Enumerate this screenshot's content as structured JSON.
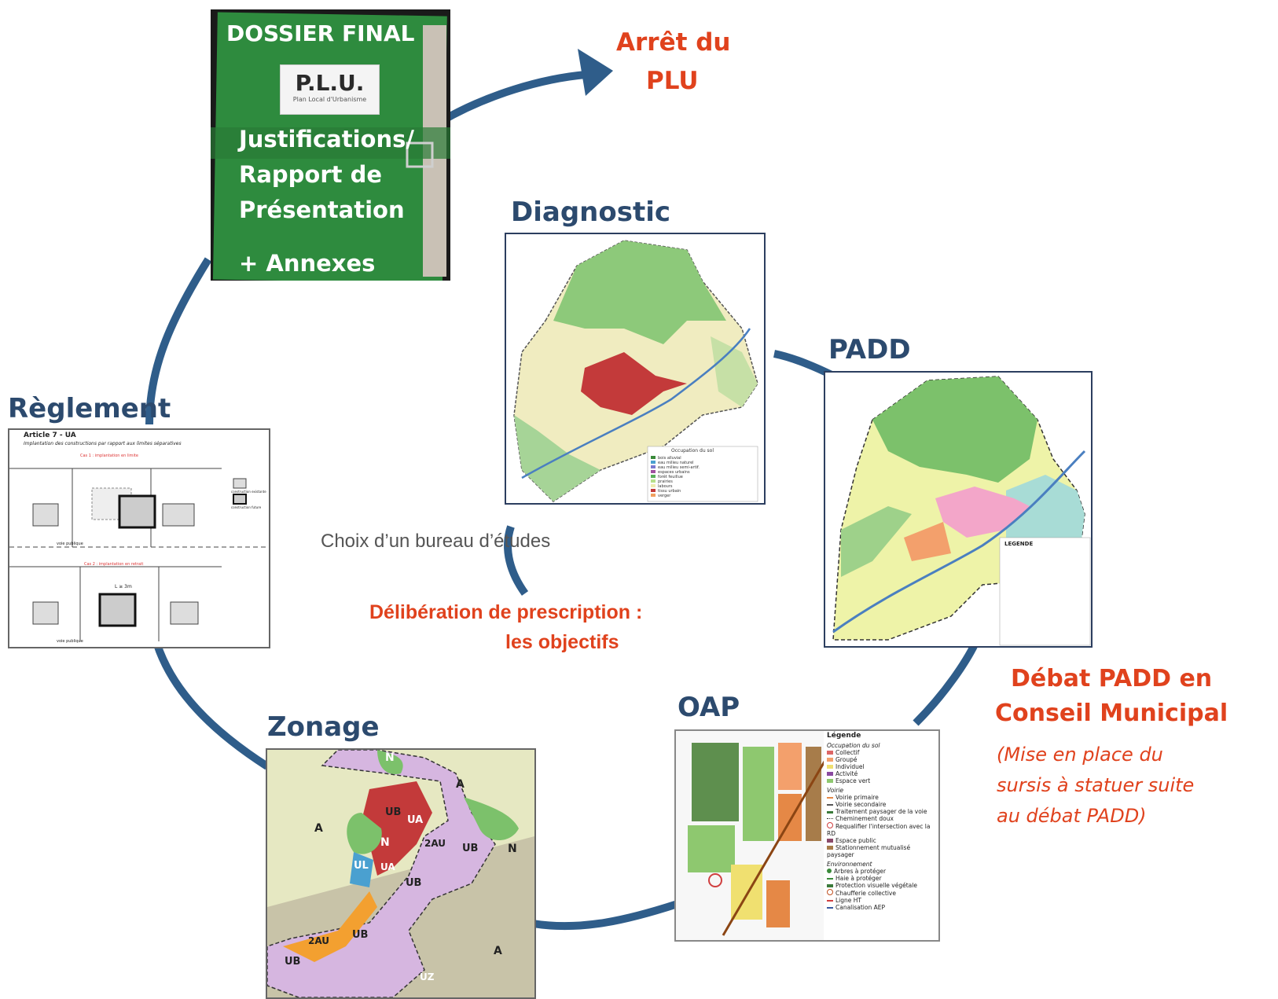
{
  "dossier": {
    "title": "DOSSIER FINAL",
    "logo": "P.L.U.",
    "logo_sub": "Plan Local d'Urbanisme",
    "line1": "Justifications/",
    "line2": "Rapport de",
    "line3": "Présentation",
    "line4": "+ Annexes"
  },
  "arret": {
    "line1": "Arrêt du",
    "line2": "PLU"
  },
  "steps": {
    "diagnostic": "Diagnostic",
    "padd": "PADD",
    "oap": "OAP",
    "zonage": "Zonage",
    "reglement": "Règlement"
  },
  "center": {
    "choix": "Choix d’un bureau d’études",
    "deliberation_line1": "Délibération de prescription :",
    "deliberation_line2": "les objectifs"
  },
  "debat": {
    "line1": "Débat PADD en",
    "line2": "Conseil Municipal",
    "note1": "(Mise en place du",
    "note2": "sursis à statuer suite",
    "note3": "au débat PADD)"
  },
  "diagnostic_map": {
    "legend_title": "Occupation du sol",
    "legend_items": [
      "bois alluvial",
      "eau milieu naturel",
      "eau milieu semi-artif.",
      "espaces urbains",
      "forêt feuillue",
      "prairies",
      "labours",
      "tissu urbain",
      "verger"
    ]
  },
  "padd_map": {
    "legend_title": "LEGENDE"
  },
  "oap_map": {
    "legend_title": "Légende",
    "section1": "Occupation du sol",
    "items1": [
      "Collectif",
      "Groupé",
      "Individuel",
      "Activité",
      "Espace vert"
    ],
    "section2": "Voirie",
    "items2": [
      "Voirie primaire",
      "Voirie secondaire",
      "Traitement paysager de la voie",
      "Cheminement doux",
      "Requalifier l'intersection avec la RD",
      "Espace public",
      "Stationnement mutualisé paysager"
    ],
    "section3": "Environnement",
    "items3": [
      "Arbres à protéger",
      "Haie à protéger",
      "Protection visuelle végétale",
      "Chaufferie collective",
      "Ligne HT",
      "Canalisation AEP"
    ]
  },
  "zonage_map": {
    "labels": [
      "N",
      "A",
      "UB",
      "UA",
      "N",
      "2AU",
      "UB",
      "N",
      "UL",
      "UA",
      "UB",
      "A",
      "2AU",
      "UB",
      "UB",
      "A",
      "UZ"
    ]
  },
  "reglement_doc": {
    "title": "Article 7 - UA",
    "subtitle": "Implantation des constructions par rapport aux limites séparatives",
    "case1": "Cas 1 : implantation en limite",
    "case2": "Cas 2 : implantation en retrait",
    "dim": "L ≥ 3m",
    "legend1": "construction existante",
    "legend2": "construction future",
    "road1": "voie publique",
    "road2": "voie publique"
  },
  "colors": {
    "heading": "#2c4a6e",
    "accent_red": "#e0421d",
    "cycle_arrow": "#2f5d8a",
    "folder_green": "#2e8b3e"
  }
}
